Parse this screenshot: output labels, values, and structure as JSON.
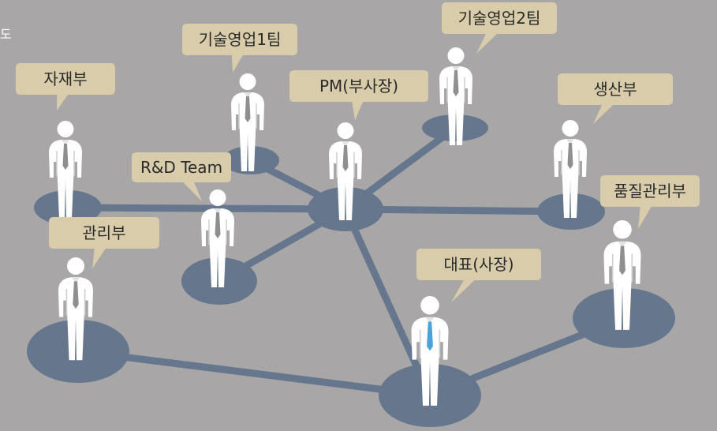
{
  "colors": {
    "background": "#a8a6a7",
    "network": "#66778d",
    "bubble": "#d8ccaa",
    "person": "#ffffff",
    "tie_default": "#8f8f8f",
    "tie_ceo": "#4aa3d8"
  },
  "edge_text": "도",
  "nodes": [
    {
      "id": "pm",
      "label": "PM(부사장)"
    },
    {
      "id": "sales1",
      "label": "기술영업1팀"
    },
    {
      "id": "sales2",
      "label": "기술영업2팀"
    },
    {
      "id": "materials",
      "label": "자재부"
    },
    {
      "id": "production",
      "label": "생산부"
    },
    {
      "id": "rnd",
      "label": "R&D Team"
    },
    {
      "id": "admin",
      "label": "관리부"
    },
    {
      "id": "quality",
      "label": "품질관리부"
    },
    {
      "id": "ceo",
      "label": "대표(사장)"
    }
  ],
  "edges": [
    [
      "pm",
      "sales1"
    ],
    [
      "pm",
      "sales2"
    ],
    [
      "pm",
      "materials"
    ],
    [
      "pm",
      "production"
    ],
    [
      "pm",
      "rnd"
    ],
    [
      "pm",
      "ceo"
    ],
    [
      "admin",
      "ceo"
    ],
    [
      "ceo",
      "quality"
    ]
  ]
}
